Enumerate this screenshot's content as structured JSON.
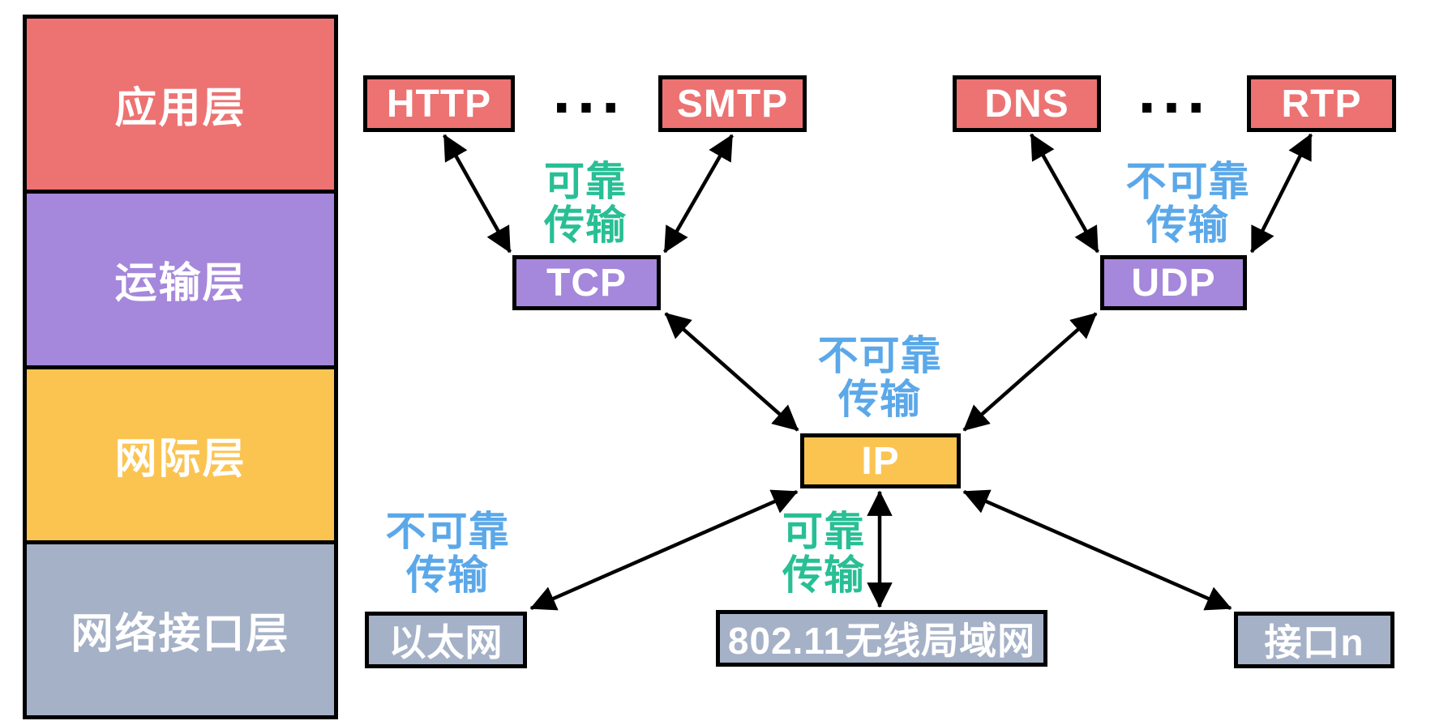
{
  "colors": {
    "layer_red": "#ED7272",
    "layer_purple": "#A587DB",
    "layer_yellow": "#FBC451",
    "layer_gray_blue": "#A5B1C7",
    "reliable_green": "#28BF95",
    "unreliable_blue": "#5BA8E9",
    "border_black": "#000000",
    "text_white": "#FFFFFF"
  },
  "stack": {
    "layers": [
      {
        "id": "application",
        "label": "应用层"
      },
      {
        "id": "transport",
        "label": "运输层"
      },
      {
        "id": "internet",
        "label": "网际层"
      },
      {
        "id": "network-interface",
        "label": "网络接口层"
      }
    ]
  },
  "nodes": {
    "http": "HTTP",
    "smtp": "SMTP",
    "dns": "DNS",
    "rtp": "RTP",
    "tcp": "TCP",
    "udp": "UDP",
    "ip": "IP",
    "ethernet": "以太网",
    "wlan": "802.11无线局域网",
    "interface_n": "接口n"
  },
  "ellipsis": "...",
  "annotations": {
    "tcp_reliable": {
      "line1": "可靠",
      "line2": "传输"
    },
    "udp_unreliable": {
      "line1": "不可靠",
      "line2": "传输"
    },
    "ip_unreliable": {
      "line1": "不可靠",
      "line2": "传输"
    },
    "ethernet_unreliable": {
      "line1": "不可靠",
      "line2": "传输"
    },
    "wlan_reliable": {
      "line1": "可靠",
      "line2": "传输"
    }
  }
}
